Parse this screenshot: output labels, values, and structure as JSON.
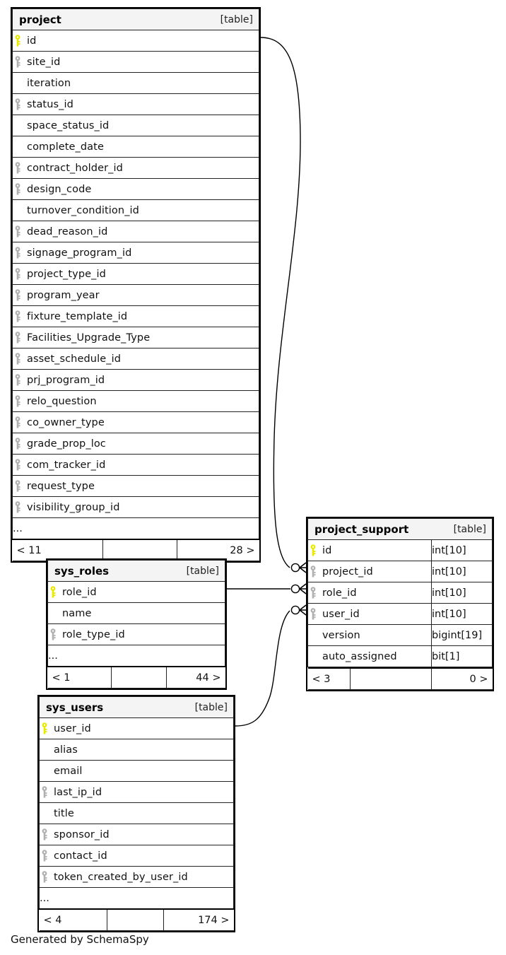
{
  "diagram": {
    "caption": "Generated by SchemaSpy",
    "table_tag": "[table]",
    "ellipsis": "...",
    "colors": {
      "primary_key": "#e8e800",
      "foreign_key": "#b0b0b0",
      "header_bg": "#f4f4f4",
      "border": "#000000",
      "text": "#111111"
    }
  },
  "tables": [
    {
      "name": "project",
      "tag": "[table]",
      "has_types": false,
      "columns": [
        {
          "name": "id",
          "key": "primary"
        },
        {
          "name": "site_id",
          "key": "foreign"
        },
        {
          "name": "iteration",
          "key": "none"
        },
        {
          "name": "status_id",
          "key": "foreign"
        },
        {
          "name": "space_status_id",
          "key": "none"
        },
        {
          "name": "complete_date",
          "key": "none"
        },
        {
          "name": "contract_holder_id",
          "key": "foreign"
        },
        {
          "name": "design_code",
          "key": "foreign"
        },
        {
          "name": "turnover_condition_id",
          "key": "none"
        },
        {
          "name": "dead_reason_id",
          "key": "foreign"
        },
        {
          "name": "signage_program_id",
          "key": "foreign"
        },
        {
          "name": "project_type_id",
          "key": "foreign"
        },
        {
          "name": "program_year",
          "key": "foreign"
        },
        {
          "name": "fixture_template_id",
          "key": "foreign"
        },
        {
          "name": "Facilities_Upgrade_Type",
          "key": "foreign"
        },
        {
          "name": "asset_schedule_id",
          "key": "foreign"
        },
        {
          "name": "prj_program_id",
          "key": "foreign"
        },
        {
          "name": "relo_question",
          "key": "foreign"
        },
        {
          "name": "co_owner_type",
          "key": "foreign"
        },
        {
          "name": "grade_prop_loc",
          "key": "foreign"
        },
        {
          "name": "com_tracker_id",
          "key": "foreign"
        },
        {
          "name": "request_type",
          "key": "foreign"
        },
        {
          "name": "visibility_group_id",
          "key": "foreign"
        }
      ],
      "ellipsis": "...",
      "footer": {
        "left": "< 11",
        "middle": "",
        "right": "28 >"
      }
    },
    {
      "name": "project_support",
      "tag": "[table]",
      "has_types": true,
      "columns": [
        {
          "name": "id",
          "key": "primary",
          "type": "int[10]"
        },
        {
          "name": "project_id",
          "key": "foreign",
          "type": "int[10]"
        },
        {
          "name": "role_id",
          "key": "foreign",
          "type": "int[10]"
        },
        {
          "name": "user_id",
          "key": "foreign",
          "type": "int[10]"
        },
        {
          "name": "version",
          "key": "none",
          "type": "bigint[19]"
        },
        {
          "name": "auto_assigned",
          "key": "none",
          "type": "bit[1]"
        }
      ],
      "ellipsis": null,
      "footer": {
        "left": "< 3",
        "middle": "",
        "right": "0 >"
      }
    },
    {
      "name": "sys_roles",
      "tag": "[table]",
      "has_types": false,
      "columns": [
        {
          "name": "role_id",
          "key": "primary"
        },
        {
          "name": "name",
          "key": "none"
        },
        {
          "name": "role_type_id",
          "key": "foreign"
        }
      ],
      "ellipsis": "...",
      "footer": {
        "left": "< 1",
        "middle": "",
        "right": "44 >"
      }
    },
    {
      "name": "sys_users",
      "tag": "[table]",
      "has_types": false,
      "columns": [
        {
          "name": "user_id",
          "key": "primary"
        },
        {
          "name": "alias",
          "key": "none"
        },
        {
          "name": "email",
          "key": "none"
        },
        {
          "name": "last_ip_id",
          "key": "foreign"
        },
        {
          "name": "title",
          "key": "none"
        },
        {
          "name": "sponsor_id",
          "key": "foreign"
        },
        {
          "name": "contact_id",
          "key": "foreign"
        },
        {
          "name": "token_created_by_user_id",
          "key": "foreign"
        }
      ],
      "ellipsis": "...",
      "footer": {
        "left": "< 4",
        "middle": "",
        "right": "174 >"
      }
    }
  ],
  "relationships": [
    {
      "from_table": "project",
      "from_column": "id",
      "to_table": "project_support",
      "to_column": "project_id"
    },
    {
      "from_table": "sys_roles",
      "from_column": "role_id",
      "to_table": "project_support",
      "to_column": "role_id"
    },
    {
      "from_table": "sys_users",
      "from_column": "user_id",
      "to_table": "project_support",
      "to_column": "user_id"
    }
  ]
}
